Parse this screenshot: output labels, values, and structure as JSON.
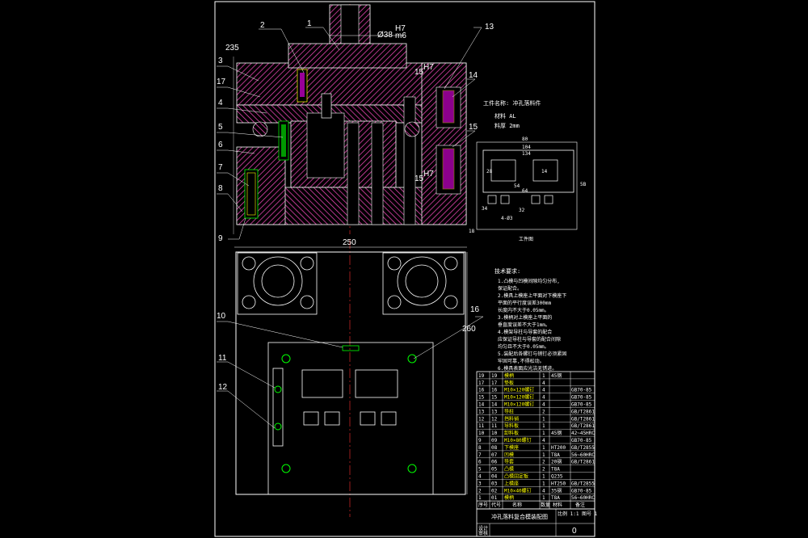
{
  "colors": {
    "background": "#000000",
    "line": "#ffffff",
    "hatch": "#ff4dc4",
    "yellow": "#ffff00",
    "green": "#00ff00",
    "magenta": "#ff00ff",
    "centerline": "#ff3030"
  },
  "main_view": {
    "part_numbers": [
      "1",
      "2",
      "3",
      "4",
      "5",
      "6",
      "7",
      "8",
      "9",
      "10",
      "11",
      "12",
      "13",
      "14",
      "15",
      "16",
      "17"
    ],
    "dim_diameter": "Ø38",
    "dim_fit_upper": "H7",
    "dim_fit_lower": "m6",
    "dim_235": "235",
    "dim_15_a": "15",
    "dim_15_b": "15",
    "dim_fit_a": "H7",
    "dim_fit_b": "H7"
  },
  "plan_view": {
    "width_dim": "250",
    "height_dim": "260"
  },
  "part_info": {
    "title": "工件名称: 冲孔落料件",
    "material": "材料 AL",
    "thickness": "料厚 2mm",
    "caption": "工件图",
    "dims": {
      "overall": "80",
      "inner1": "104",
      "inner2": "134",
      "d28": "28",
      "d14": "14",
      "d54": "54",
      "d64": "64",
      "d34": "34",
      "d32": "32",
      "d4": "4-Ø3",
      "dh": "18",
      "dside": "5B"
    }
  },
  "notes": {
    "heading": "技术要求:",
    "lines": [
      "1.凸模与凹模间隙均匀分布,",
      "  保证配合。",
      "2.模具上模座上平面对下模座下",
      "  平面的平行度误差300mm",
      "  长度内不大于0.05mm。",
      "3.模柄对上模座上平面的",
      "  垂直度误差不大于1mm。",
      "4.模架导柱与导套的配合",
      "  应保证导柱与导套的配合间隙",
      "  均匀且不大于0.05mm。",
      "5.装配后各螺钉与销钉必须紧固",
      "  牢固可靠,不得松动。",
      "6.模具表面应光洁无锈迹。"
    ]
  },
  "bom": {
    "rows": [
      {
        "no": "19",
        "code": "19",
        "name": "模柄",
        "qty": "1",
        "mat": "45钢",
        "std": ""
      },
      {
        "no": "17",
        "code": "17",
        "name": "垫板",
        "qty": "4",
        "mat": "",
        "std": ""
      },
      {
        "no": "16",
        "code": "16",
        "name": "M10×120螺钉",
        "qty": "4",
        "mat": "",
        "std": "GB70-85"
      },
      {
        "no": "15",
        "code": "15",
        "name": "M10×120螺钉",
        "qty": "4",
        "mat": "",
        "std": "GB70-85"
      },
      {
        "no": "14",
        "code": "14",
        "name": "M10×120螺钉",
        "qty": "4",
        "mat": "",
        "std": "GB70-85"
      },
      {
        "no": "13",
        "code": "13",
        "name": "导柱",
        "qty": "2",
        "mat": "",
        "std": "GB/T2861"
      },
      {
        "no": "12",
        "code": "12",
        "name": "挡料销",
        "qty": "1",
        "mat": "",
        "std": "GB/T2861"
      },
      {
        "no": "11",
        "code": "11",
        "name": "导料板",
        "qty": "1",
        "mat": "",
        "std": "GB/T2861"
      },
      {
        "no": "10",
        "code": "10",
        "name": "卸料板",
        "qty": "1",
        "mat": "45钢",
        "std": "42~45HRC"
      },
      {
        "no": "9",
        "code": "09",
        "name": "M10×80螺钉",
        "qty": "4",
        "mat": "",
        "std": "GB70-85"
      },
      {
        "no": "8",
        "code": "08",
        "name": "下模座",
        "qty": "1",
        "mat": "HT200",
        "std": "GB/T2855"
      },
      {
        "no": "7",
        "code": "07",
        "name": "凹模",
        "qty": "1",
        "mat": "T8A",
        "std": "56~60HRC"
      },
      {
        "no": "6",
        "code": "06",
        "name": "导套",
        "qty": "2",
        "mat": "20钢",
        "std": "GB/T2861"
      },
      {
        "no": "5",
        "code": "05",
        "name": "凸模",
        "qty": "2",
        "mat": "T8A",
        "std": ""
      },
      {
        "no": "4",
        "code": "04",
        "name": "凸模固定板",
        "qty": "1",
        "mat": "Q235",
        "std": ""
      },
      {
        "no": "3",
        "code": "03",
        "name": "上模座",
        "qty": "1",
        "mat": "HT250",
        "std": "GB/T2855"
      },
      {
        "no": "2",
        "code": "02",
        "name": "M10×40螺钉",
        "qty": "4",
        "mat": "35钢",
        "std": "GB70-85"
      },
      {
        "no": "1",
        "code": "01",
        "name": "模柄",
        "qty": "1",
        "mat": "T8A",
        "std": "56~60HRC"
      }
    ],
    "header": [
      "序号",
      "代号",
      "名称",
      "数量",
      "材料",
      "备注"
    ]
  },
  "title_block": {
    "drawing_name": "冲孔落料复合模装配图",
    "scale_label": "比例 1:1 图号 1",
    "sheet_no": "0",
    "designer": "设计",
    "checker": "审核"
  }
}
